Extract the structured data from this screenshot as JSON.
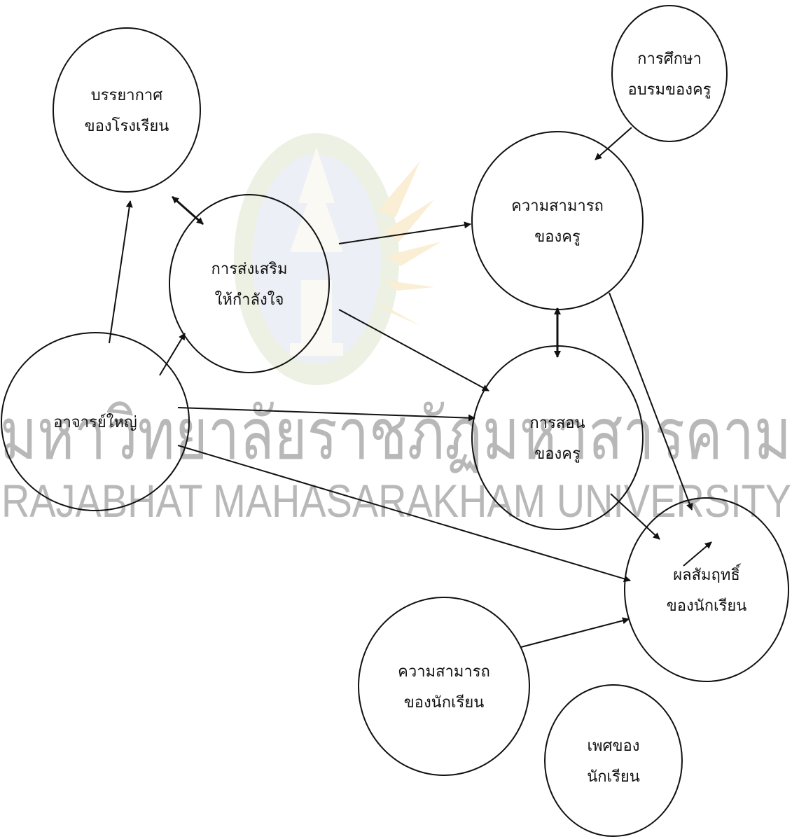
{
  "watermark": {
    "line1": "มหาวิทยาลัยราชภัฏมหาสารคาม",
    "line2": "RAJABHAT MAHASARAKHAM UNIVERSITY"
  },
  "nodes": {
    "school_climate": {
      "line1": "บรรยากาศ",
      "line2": "ของโรงเรียน"
    },
    "teacher_training": {
      "line1": "การศึกษา",
      "line2": "อบรมของครู"
    },
    "encouragement": {
      "line1": "การส่งเสริม",
      "line2": "ให้กำลังใจ"
    },
    "teacher_ability": {
      "line1": "ความสามารถ",
      "line2": "ของครู"
    },
    "principal": {
      "line1": "อาจารย์ใหญ่"
    },
    "teaching": {
      "line1": "การสอน",
      "line2": "ของครู"
    },
    "achievement": {
      "line1": "ผลสัมฤทธิ์",
      "line2": "ของนักเรียน"
    },
    "student_ability": {
      "line1": "ความสามารถ",
      "line2": "ของนักเรียน"
    },
    "student_gender": {
      "line1": "เพศของ",
      "line2": "นักเรียน"
    }
  },
  "edges": [
    {
      "from": "principal",
      "to": "school_climate"
    },
    {
      "from": "principal",
      "to": "encouragement"
    },
    {
      "from": "school_climate",
      "to": "encouragement",
      "bidirectional": true
    },
    {
      "from": "encouragement",
      "to": "teacher_ability"
    },
    {
      "from": "encouragement",
      "to": "teaching"
    },
    {
      "from": "principal",
      "to": "teaching"
    },
    {
      "from": "principal",
      "to": "achievement"
    },
    {
      "from": "teacher_training",
      "to": "teacher_ability"
    },
    {
      "from": "teacher_ability",
      "to": "teaching",
      "bidirectional": true
    },
    {
      "from": "teacher_ability",
      "to": "achievement"
    },
    {
      "from": "teaching",
      "to": "achievement"
    },
    {
      "from": "student_ability",
      "to": "achievement"
    },
    {
      "from": "student_gender",
      "to": "achievement"
    }
  ]
}
